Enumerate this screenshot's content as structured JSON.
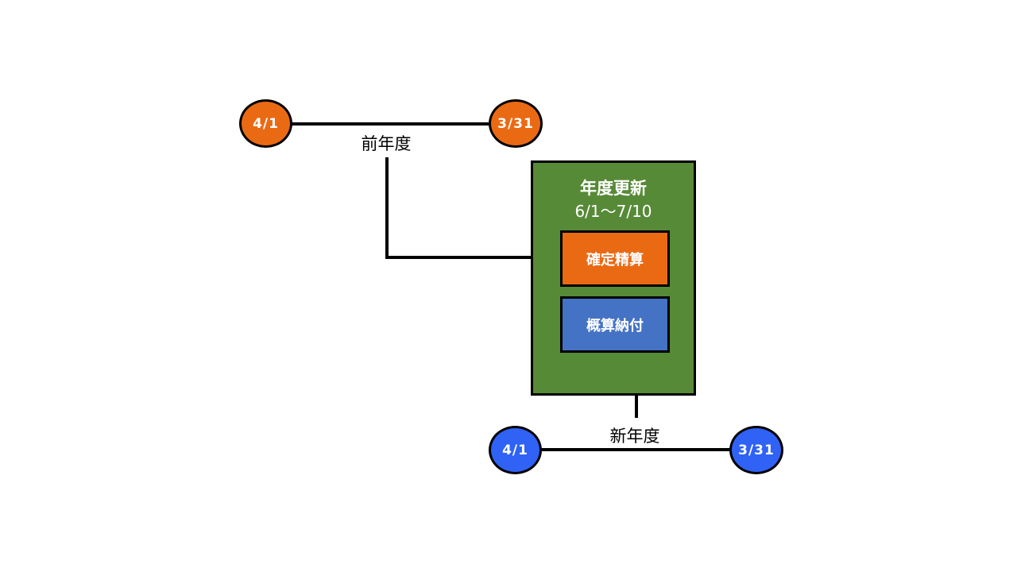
{
  "colors": {
    "orange": "#ea6a14",
    "blue": "#2f62f5",
    "green": "#578a37",
    "box_blue": "#4472c4",
    "line": "#000000"
  },
  "previous_year": {
    "label": "前年度",
    "start": "4/1",
    "end": "3/31"
  },
  "new_year": {
    "label": "新年度",
    "start": "4/1",
    "end": "3/31"
  },
  "renewal": {
    "title": "年度更新",
    "period": "6/1～7/10",
    "items": [
      {
        "label": "確定精算"
      },
      {
        "label": "概算納付"
      }
    ]
  }
}
